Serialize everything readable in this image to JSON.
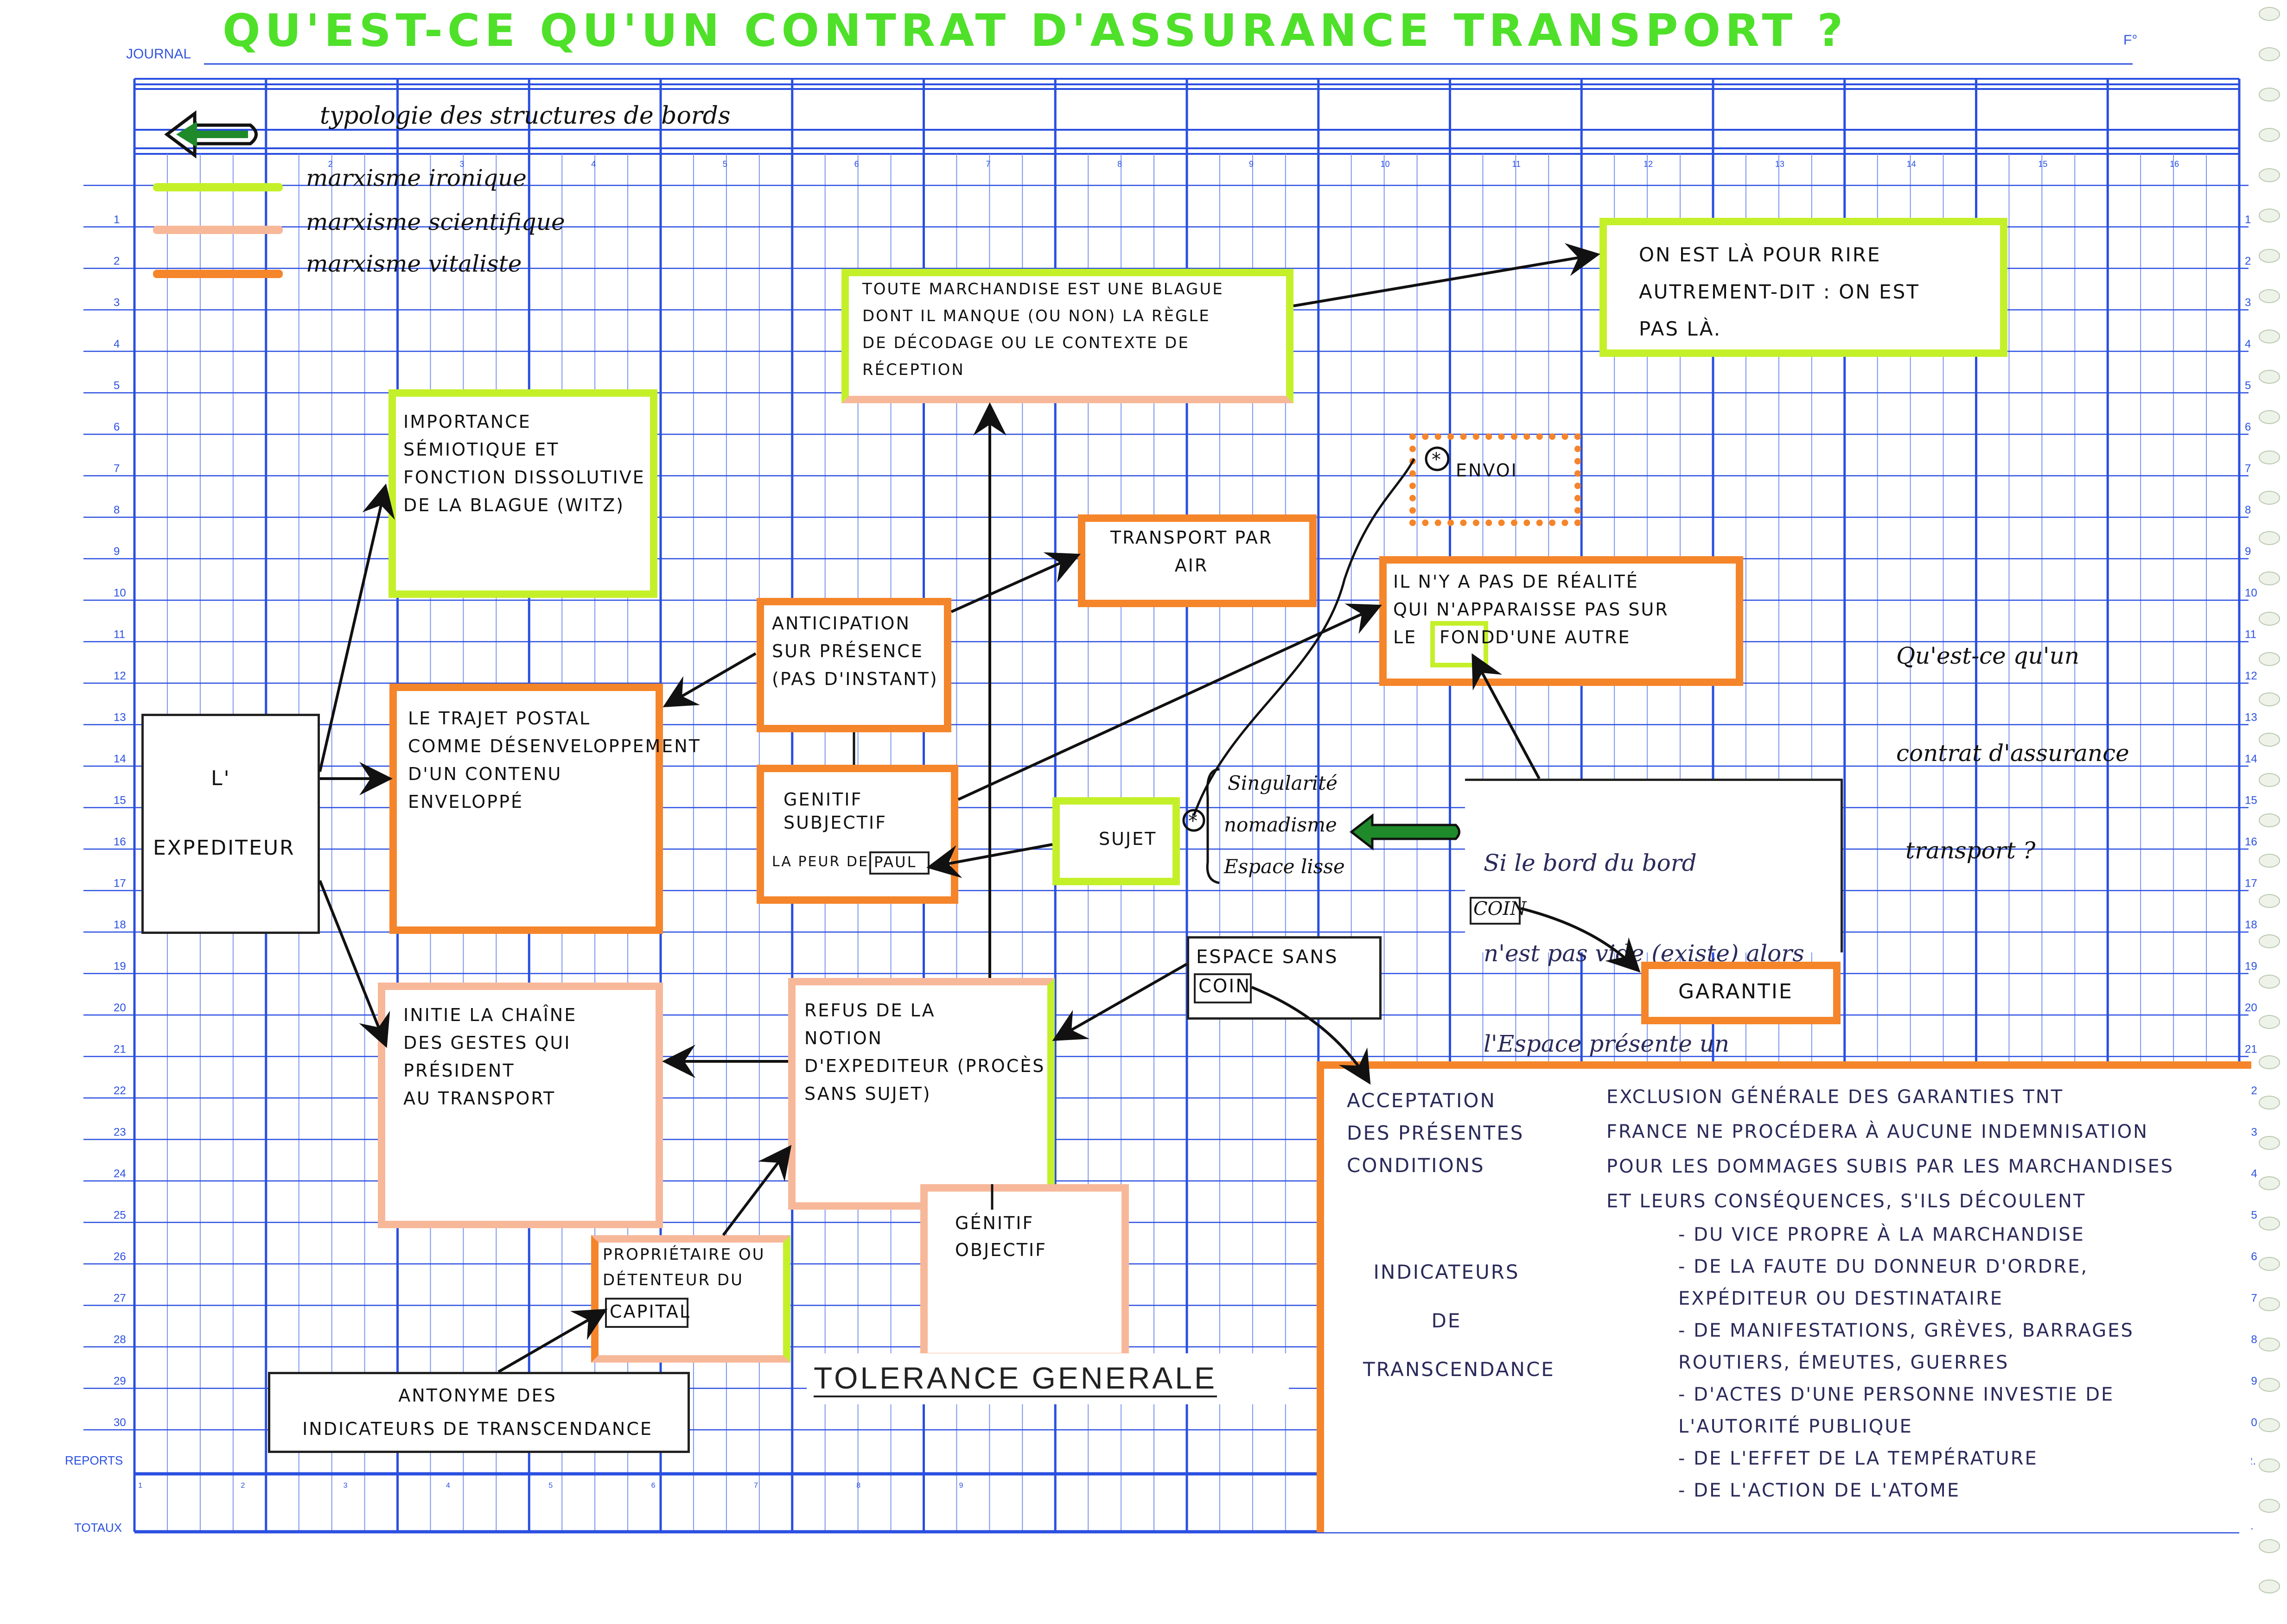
{
  "page": {
    "title": "QU'EST-CE QU'UN CONTRAT D'ASSURANCE TRANSPORT ?",
    "journal_label": "JOURNAL",
    "folio_label": "F°",
    "reports_label": "REPORTS",
    "totaux_label": "TOTAUX",
    "row_numbers": [
      "1",
      "2",
      "3",
      "4",
      "5",
      "6",
      "7",
      "8",
      "9",
      "10",
      "11",
      "12",
      "13",
      "14",
      "15",
      "16",
      "17",
      "18",
      "19",
      "20",
      "21",
      "22",
      "23",
      "24",
      "25",
      "26",
      "27",
      "28",
      "29",
      "30"
    ],
    "column_numbers": [
      "2",
      "3",
      "4",
      "5",
      "6",
      "7",
      "8",
      "9",
      "10",
      "11",
      "12",
      "13",
      "14",
      "15",
      "16"
    ],
    "bottom_column_numbers": [
      "1",
      "2",
      "3",
      "4",
      "5",
      "6",
      "7",
      "8",
      "9"
    ],
    "right_footer_labels": [
      "R.",
      "T."
    ]
  },
  "legend": {
    "heading": "typologie des structures de bords",
    "items": [
      {
        "label": "marxisme ironique",
        "color": "#c4f02a"
      },
      {
        "label": "marxisme scientifique",
        "color": "#f7b89a"
      },
      {
        "label": "marxisme vitaliste",
        "color": "#f5852a"
      }
    ]
  },
  "nodes": {
    "expediteur": {
      "line1": "L'",
      "line2": "EXPEDITEUR"
    },
    "importance": [
      "IMPORTANCE",
      "SÉMIOTIQUE ET",
      "FONCTION DISSOLUTIVE",
      "DE LA BLAGUE (WITZ)"
    ],
    "trajet": [
      "LE TRAJET POSTAL",
      "COMME DÉSENVELOPPEMENT",
      "D'UN CONTENU",
      "ENVELOPPÉ"
    ],
    "initie": [
      "INITIE LA CHAÎNE",
      "DES GESTES QUI",
      "PRÉSIDENT",
      "AU TRANSPORT"
    ],
    "marchandise": [
      "TOUTE MARCHANDISE EST UNE BLAGUE",
      "DONT IL MANQUE (OU NON) LA RÈGLE",
      "DE DÉCODAGE OU LE CONTEXTE DE",
      "RÉCEPTION"
    ],
    "rire": [
      "ON EST LÀ POUR RIRE",
      "AUTREMENT-DIT : ON EST",
      "PAS LÀ."
    ],
    "anticipation": [
      "ANTICIPATION",
      "SUR PRÉSENCE",
      "(PAS D'INSTANT)"
    ],
    "transport_air": [
      "TRANSPORT PAR",
      "AIR"
    ],
    "genitif_subjectif": [
      "GENITIF",
      "SUBJECTIF"
    ],
    "peur_de": "LA PEUR DE",
    "paul": "PAUL",
    "sujet": "SUJET",
    "envoi": "ENVOI",
    "realite": [
      "IL N'Y A PAS DE RÉALITÉ",
      "QUI N'APPARAISSE PAS SUR"
    ],
    "realite_le": "LE",
    "realite_fond": "FOND",
    "realite_rest": "D'UNE AUTRE",
    "brace_items": [
      "Singularité",
      "nomadisme",
      "Espace lisse"
    ],
    "bord_note": [
      "Si le bord du bord",
      "n'est pas vide (existe) alors",
      "l'Espace présente un"
    ],
    "coin": "COIN",
    "garantie": "GARANTIE",
    "espace_sans": "ESPACE SANS",
    "coin2": "COIN",
    "refus": [
      "REFUS DE LA",
      "NOTION",
      "D'EXPEDITEUR (PROCÈS",
      "SANS SUJET)"
    ],
    "genitif_objectif": [
      "GÉNITIF",
      "OBJECTIF"
    ],
    "proprietaire": [
      "PROPRIÉTAIRE OU",
      "DÉTENTEUR DU"
    ],
    "capital": "CAPITAL",
    "antonyme": [
      "ANTONYME DES",
      "INDICATEURS DE TRANSCENDANCE"
    ],
    "tolerance": "TOLERANCE GENERALE",
    "question_side": [
      "Qu'est-ce qu'un",
      "contrat d'assurance",
      "transport ?"
    ]
  },
  "conditions": {
    "acceptation": [
      "ACCEPTATION",
      "DES PRÉSENTES",
      "CONDITIONS"
    ],
    "indicateurs": [
      "INDICATEURS",
      "DE",
      "TRANSCENDANCE"
    ],
    "exclusion_intro": [
      "EXCLUSION GÉNÉRALE DES GARANTIES TNT",
      "FRANCE NE PROCÉDERA À AUCUNE INDEMNISATION",
      "POUR LES DOMMAGES SUBIS PAR LES MARCHANDISES",
      "ET LEURS CONSÉQUENCES, S'ILS DÉCOULENT"
    ],
    "exclusions": [
      "- DU VICE PROPRE À LA MARCHANDISE",
      "- DE LA FAUTE DU DONNEUR D'ORDRE,",
      "EXPÉDITEUR OU DESTINATAIRE",
      "- DE MANIFESTATIONS, GRÈVES, BARRAGES",
      "ROUTIERS, ÉMEUTES, GUERRES",
      "- D'ACTES D'UNE PERSONNE INVESTIE DE",
      "L'AUTORITÉ PUBLIQUE",
      "- DE L'EFFET DE LA TEMPÉRATURE",
      "- DE L'ACTION DE L'ATOME"
    ]
  },
  "colors": {
    "grid_major": "#2a4fe0",
    "grid_minor": "#7d95ef",
    "title_green": "#4fe02a",
    "ironique": "#c4f02a",
    "scientifique": "#f7b89a",
    "vitaliste": "#f5852a",
    "ink": "#111111",
    "arrow_green": "#1f8a2a"
  }
}
